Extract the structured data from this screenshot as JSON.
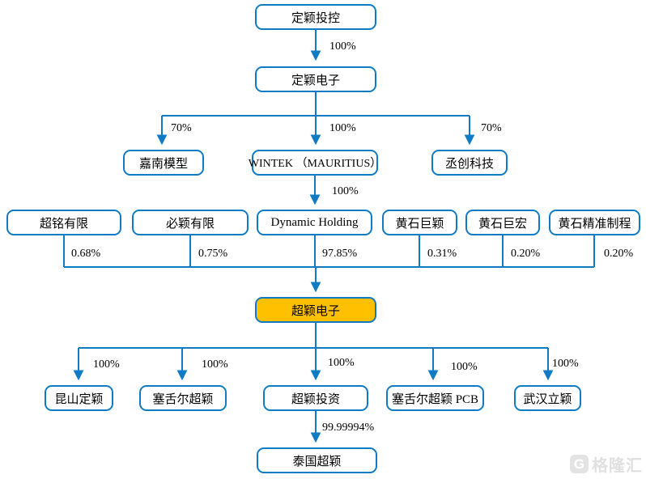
{
  "diagram": {
    "description": "corporate equity structure chart",
    "colors": {
      "line": "#0f7bc4",
      "box_border": "#0f7bc4",
      "box_fill": "#ffffff",
      "highlight_fill": "#FFC000",
      "text": "#000000"
    },
    "nodes": [
      {
        "id": "dingying-holding",
        "label": "定颖投控"
      },
      {
        "id": "dingying-electronics",
        "label": "定颖电子"
      },
      {
        "id": "jianan-model",
        "label": "嘉南模型"
      },
      {
        "id": "wintek-mauritius",
        "label": "WINTEK （MAURITIUS）"
      },
      {
        "id": "chengchuang-tech",
        "label": "丞创科技"
      },
      {
        "id": "chaoming-ltd",
        "label": "超铭有限"
      },
      {
        "id": "biying-ltd",
        "label": "必颖有限"
      },
      {
        "id": "dynamic-holding",
        "label": "Dynamic Holding"
      },
      {
        "id": "huangshi-juying",
        "label": "黄石巨颖"
      },
      {
        "id": "huangshi-juhong",
        "label": "黄石巨宏"
      },
      {
        "id": "huangshi-precision",
        "label": "黄石精准制程"
      },
      {
        "id": "chaoying-electronics",
        "label": "超颖电子",
        "highlighted": true
      },
      {
        "id": "kunshan-dingying",
        "label": "昆山定颖"
      },
      {
        "id": "seychelles-chaoying",
        "label": "塞舌尔超颖"
      },
      {
        "id": "chaoying-investment",
        "label": "超颖投资"
      },
      {
        "id": "seychelles-chaoying-pcb",
        "label": "塞舌尔超颖 PCB"
      },
      {
        "id": "wuhan-liying",
        "label": "武汉立颖"
      },
      {
        "id": "thailand-chaoying",
        "label": "泰国超颖"
      }
    ],
    "ownership_labels": [
      {
        "from": "dingying-holding",
        "to": "dingying-electronics",
        "text": "100%"
      },
      {
        "from": "dingying-electronics",
        "to": "jianan-model",
        "text": "70%"
      },
      {
        "from": "dingying-electronics",
        "to": "wintek-mauritius",
        "text": "100%"
      },
      {
        "from": "dingying-electronics",
        "to": "chengchuang-tech",
        "text": "70%"
      },
      {
        "from": "wintek-mauritius",
        "to": "dynamic-holding",
        "text": "100%"
      },
      {
        "from": "chaoming-ltd",
        "to": "chaoying-electronics",
        "text": "0.68%"
      },
      {
        "from": "biying-ltd",
        "to": "chaoying-electronics",
        "text": "0.75%"
      },
      {
        "from": "dynamic-holding",
        "to": "chaoying-electronics",
        "text": "97.85%"
      },
      {
        "from": "huangshi-juying",
        "to": "chaoying-electronics",
        "text": "0.31%"
      },
      {
        "from": "huangshi-juhong",
        "to": "chaoying-electronics",
        "text": "0.20%"
      },
      {
        "from": "huangshi-precision",
        "to": "chaoying-electronics",
        "text": "0.20%"
      },
      {
        "from": "chaoying-electronics",
        "to": "kunshan-dingying",
        "text": "100%"
      },
      {
        "from": "chaoying-electronics",
        "to": "seychelles-chaoying",
        "text": "100%"
      },
      {
        "from": "chaoying-electronics",
        "to": "chaoying-investment",
        "text": "100%"
      },
      {
        "from": "chaoying-electronics",
        "to": "seychelles-chaoying-pcb",
        "text": "100%"
      },
      {
        "from": "chaoying-electronics",
        "to": "wuhan-liying",
        "text": "100%"
      },
      {
        "from": "chaoying-investment",
        "to": "thailand-chaoying",
        "text": "99.99994%"
      }
    ]
  },
  "watermark": {
    "logo": "G",
    "text": "格隆汇"
  }
}
